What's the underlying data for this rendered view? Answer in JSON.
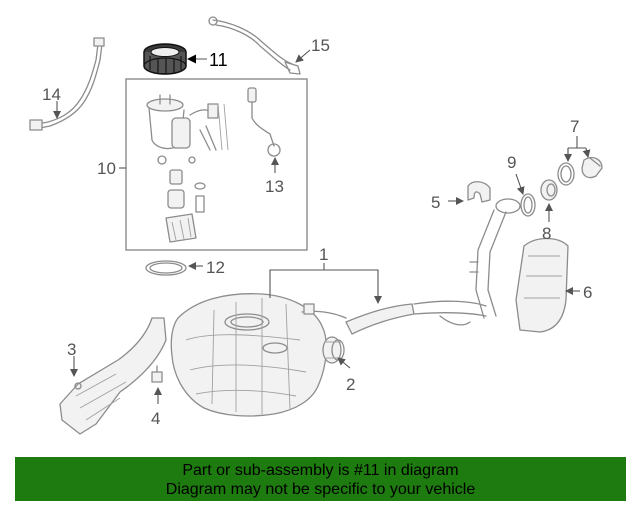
{
  "callouts": {
    "c1": "1",
    "c2": "2",
    "c3": "3",
    "c4": "4",
    "c5": "5",
    "c6": "6",
    "c7": "7",
    "c8": "8",
    "c9": "9",
    "c10": "10",
    "c11": "11",
    "c12": "12",
    "c13": "13",
    "c14": "14",
    "c15": "15"
  },
  "highlighted_part": "11",
  "colors": {
    "banner_bg": "#1e7b0f",
    "line": "#8c8c8c",
    "highlight": "#000000"
  },
  "banner": {
    "line1": "Part or sub-assembly is #11 in diagram",
    "line2": "Diagram may not be specific to your vehicle"
  }
}
